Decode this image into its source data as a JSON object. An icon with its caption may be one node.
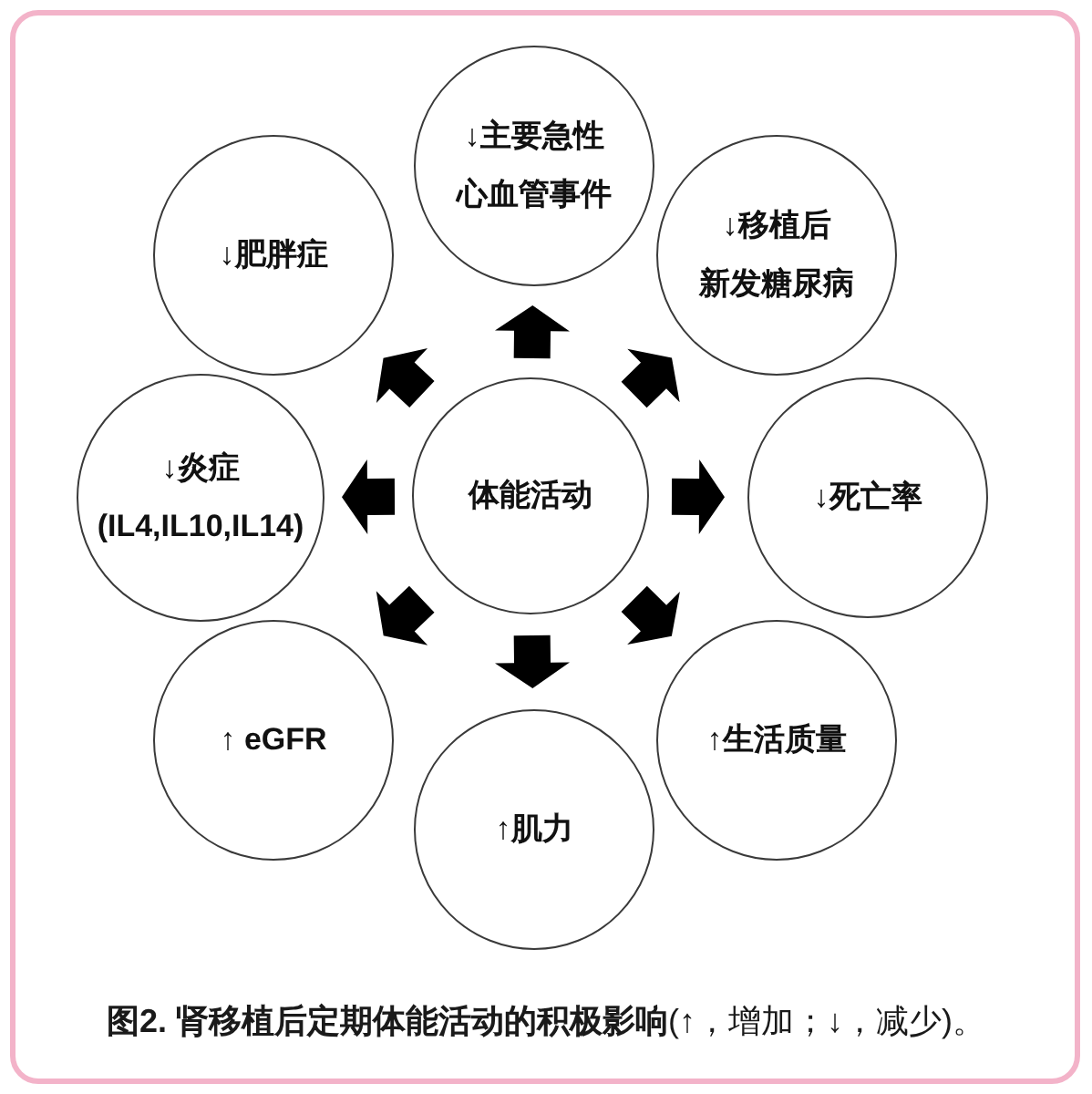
{
  "diagram": {
    "caption": "**图2. 肾移植后定期体能活动的积极影响**(↑，增加；↓，减少)。",
    "nodes": [
      {
        "text": [
          "体能活动"
        ]
      },
      {
        "text": [
          "↓主要急性心血管事件"
        ]
      },
      {
        "text": [
          "↓移植后新发糖尿病"
        ]
      },
      {
        "text": [
          "↓死亡率"
        ]
      },
      {
        "text": [
          "↑生活质量"
        ]
      },
      {
        "text": [
          "↑肌力"
        ]
      },
      {
        "text": [
          "↑ eGFR"
        ]
      },
      {
        "text": [
          "↓炎症 (IL4,IL10,IL14)"
        ]
      },
      {
        "text": [
          "↓肥胖症"
        ]
      }
    ],
    "edges": [
      {
        "from": 0,
        "to": 1,
        "arrow": "to"
      },
      {
        "from": 0,
        "to": 2,
        "arrow": "to"
      },
      {
        "from": 0,
        "to": 3,
        "arrow": "to"
      },
      {
        "from": 0,
        "to": 4,
        "arrow": "to"
      },
      {
        "from": 0,
        "to": 5,
        "arrow": "to"
      },
      {
        "from": 0,
        "to": 6,
        "arrow": "to"
      },
      {
        "from": 0,
        "to": 7,
        "arrow": "to"
      },
      {
        "from": 0,
        "to": 8,
        "arrow": "to"
      }
    ]
  }
}
